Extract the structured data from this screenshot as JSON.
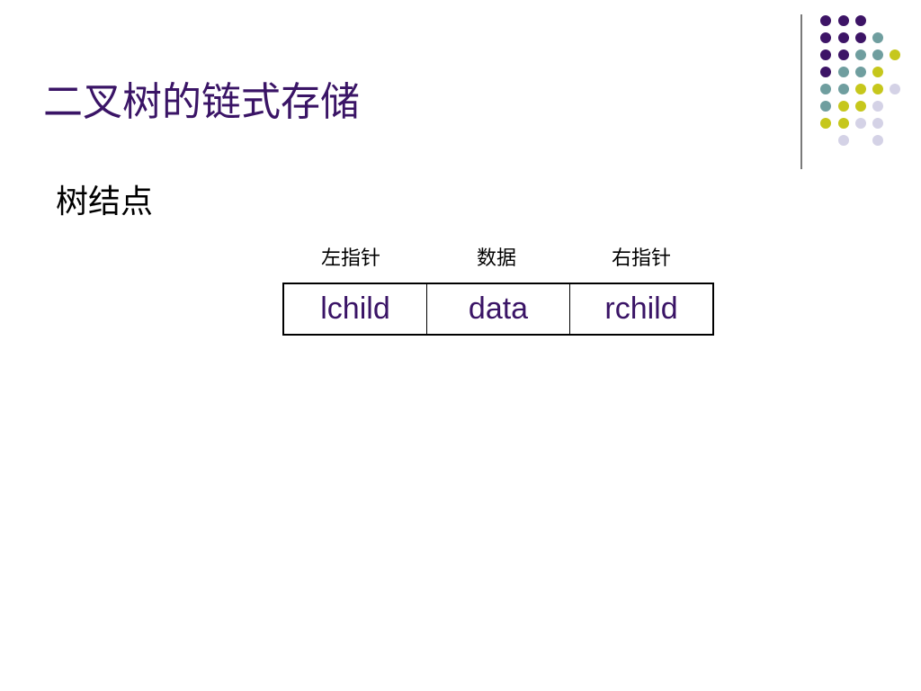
{
  "slide": {
    "title": "二叉树的链式存储",
    "subtitle": "树结点",
    "node": {
      "labels": [
        "左指针",
        "数据",
        "右指针"
      ],
      "fields": [
        "lchild",
        "data",
        "rchild"
      ]
    }
  },
  "theme": {
    "title_color": "#3a1466",
    "dot_colors": {
      "purple": "#3d1466",
      "teal": "#6f9e9f",
      "yellow": "#c6c71c",
      "lavender": "#d4d2e6"
    }
  }
}
